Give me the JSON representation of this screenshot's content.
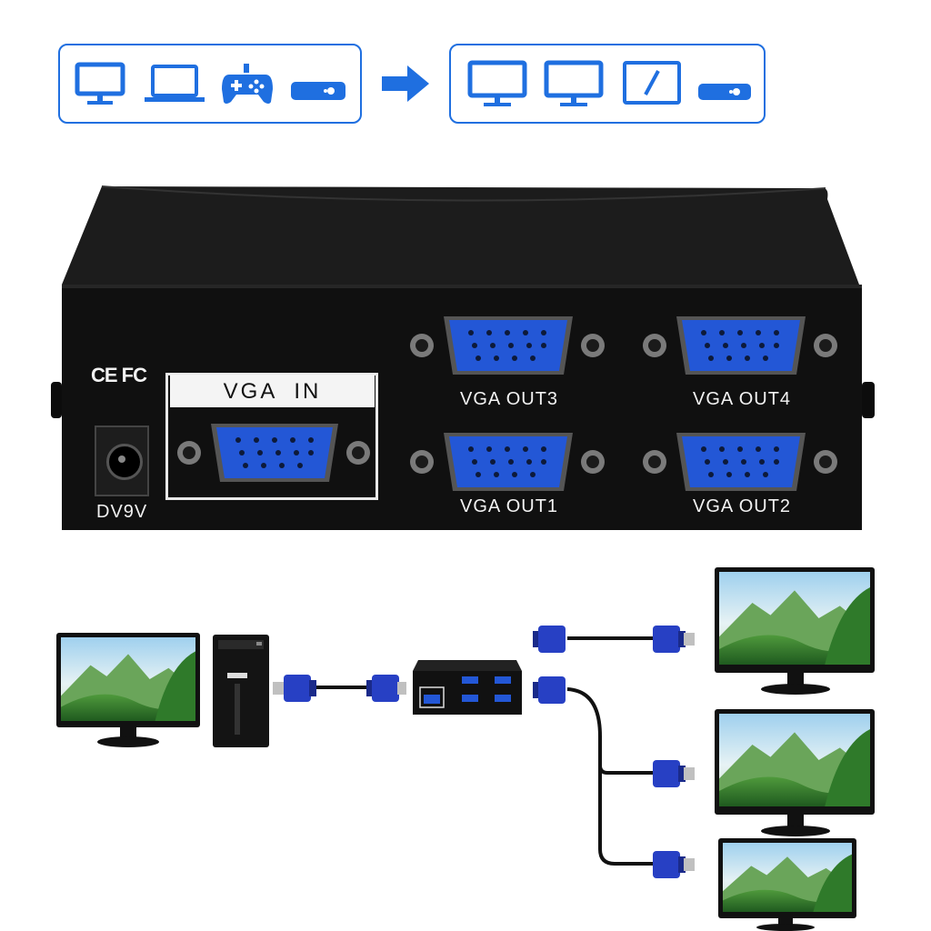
{
  "top_banner": {
    "source_icons": [
      "monitor-icon",
      "laptop-icon",
      "gamepad-icon",
      "media-player-icon"
    ],
    "arrow_icon": "right-arrow-icon",
    "output_icons": [
      "monitor-icon",
      "monitor-icon",
      "projector-screen-icon",
      "media-player-icon"
    ],
    "accent_color": "#1f6fe0"
  },
  "device": {
    "certifications": "CE FC",
    "power_label": "DV9V",
    "input_label": "VGA  IN",
    "outputs": {
      "out1": "VGA OUT1",
      "out2": "VGA OUT2",
      "out3": "VGA OUT3",
      "out4": "VGA OUT4"
    },
    "body_color": "#141414",
    "port_color": "#2357d6"
  },
  "diagram": {
    "source": [
      "monitor",
      "pc-tower"
    ],
    "splitter": "vga-splitter",
    "outputs": [
      "monitor",
      "monitor",
      "monitor"
    ],
    "connector_color": "#2740c4"
  }
}
